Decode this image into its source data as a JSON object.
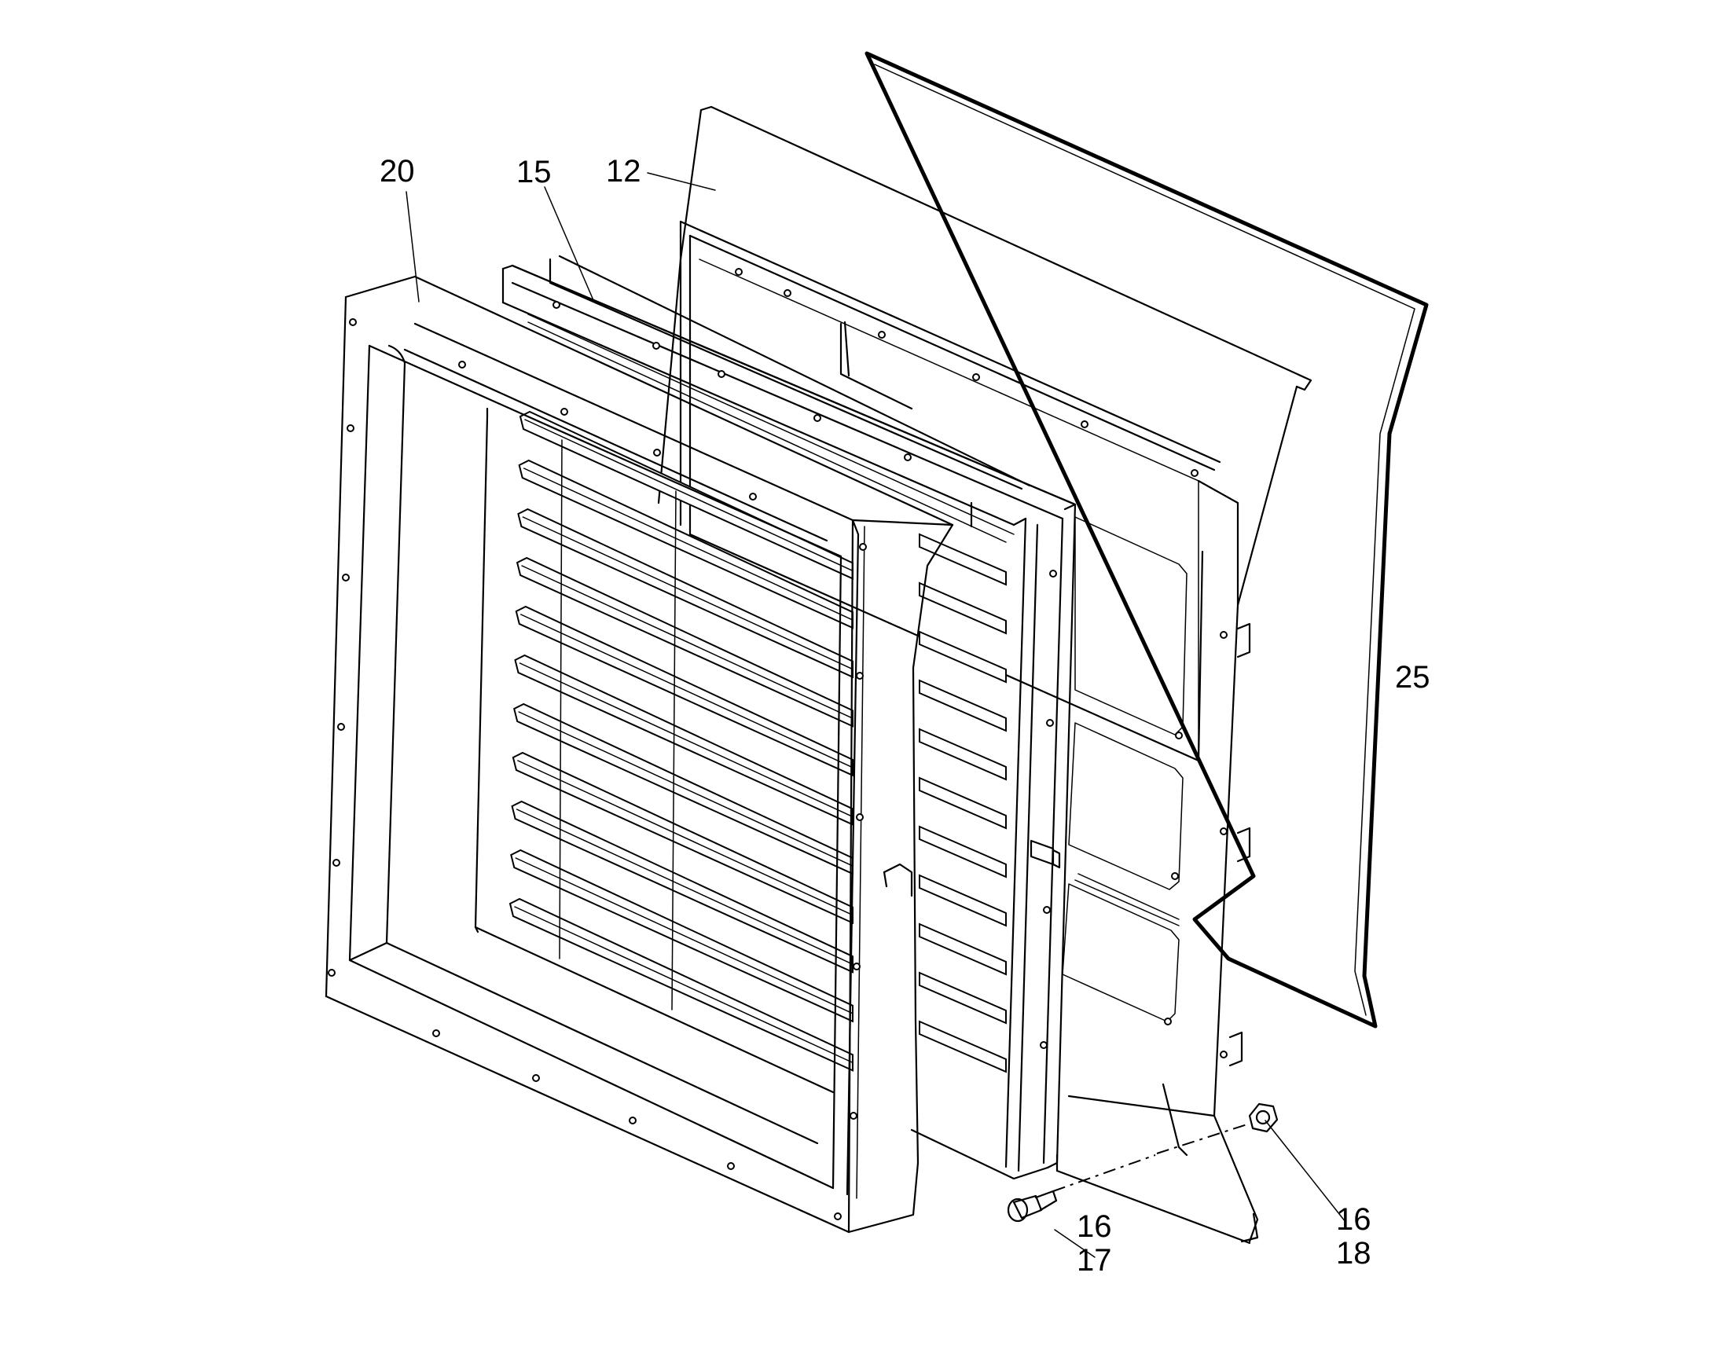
{
  "callouts": [
    {
      "id": "20",
      "text": "20"
    },
    {
      "id": "15",
      "text": "15"
    },
    {
      "id": "12",
      "text": "12"
    },
    {
      "id": "25",
      "text": "25"
    },
    {
      "id": "16a",
      "text": "16"
    },
    {
      "id": "17",
      "text": "17"
    },
    {
      "id": "16b",
      "text": "16"
    },
    {
      "id": "18",
      "text": "18"
    }
  ],
  "parts": {
    "front_frame": "20",
    "louver_frame": "15",
    "housing": "12",
    "gasket": "25",
    "bolt": "16",
    "bolt_secondary": "17",
    "nut": "16",
    "nut_secondary": "18"
  }
}
